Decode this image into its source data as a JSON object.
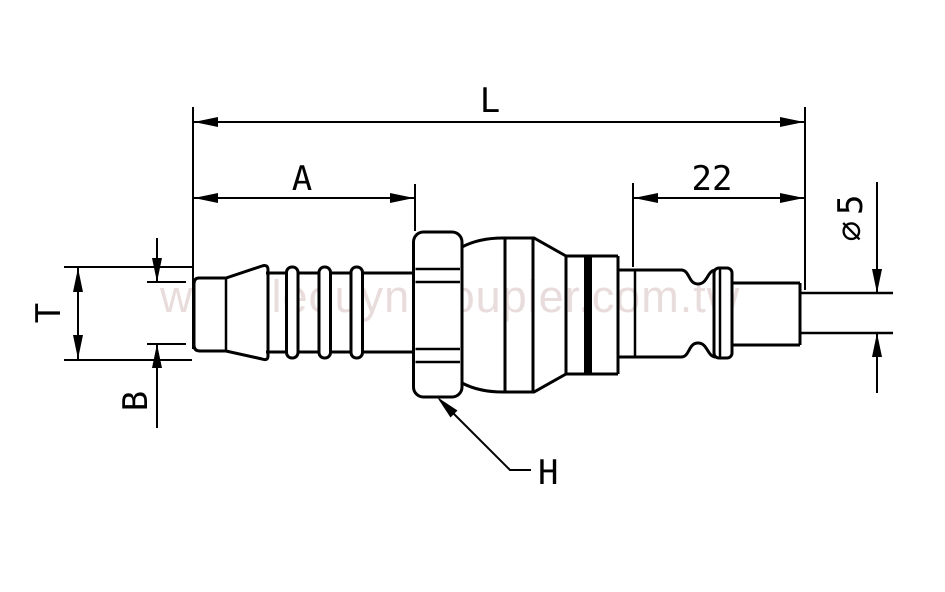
{
  "drawing": {
    "watermark": "www.leouyn-coupler.com.tw",
    "labels": {
      "overall_length": "L",
      "tail_length": "A",
      "plug_length": "22",
      "tip_diameter": "∅5",
      "tail_od": "T",
      "tail_small_od": "B",
      "hex_callout": "H"
    },
    "colors": {
      "line": "#000000",
      "background": "#ffffff",
      "watermark": "#e9dcdc"
    }
  }
}
